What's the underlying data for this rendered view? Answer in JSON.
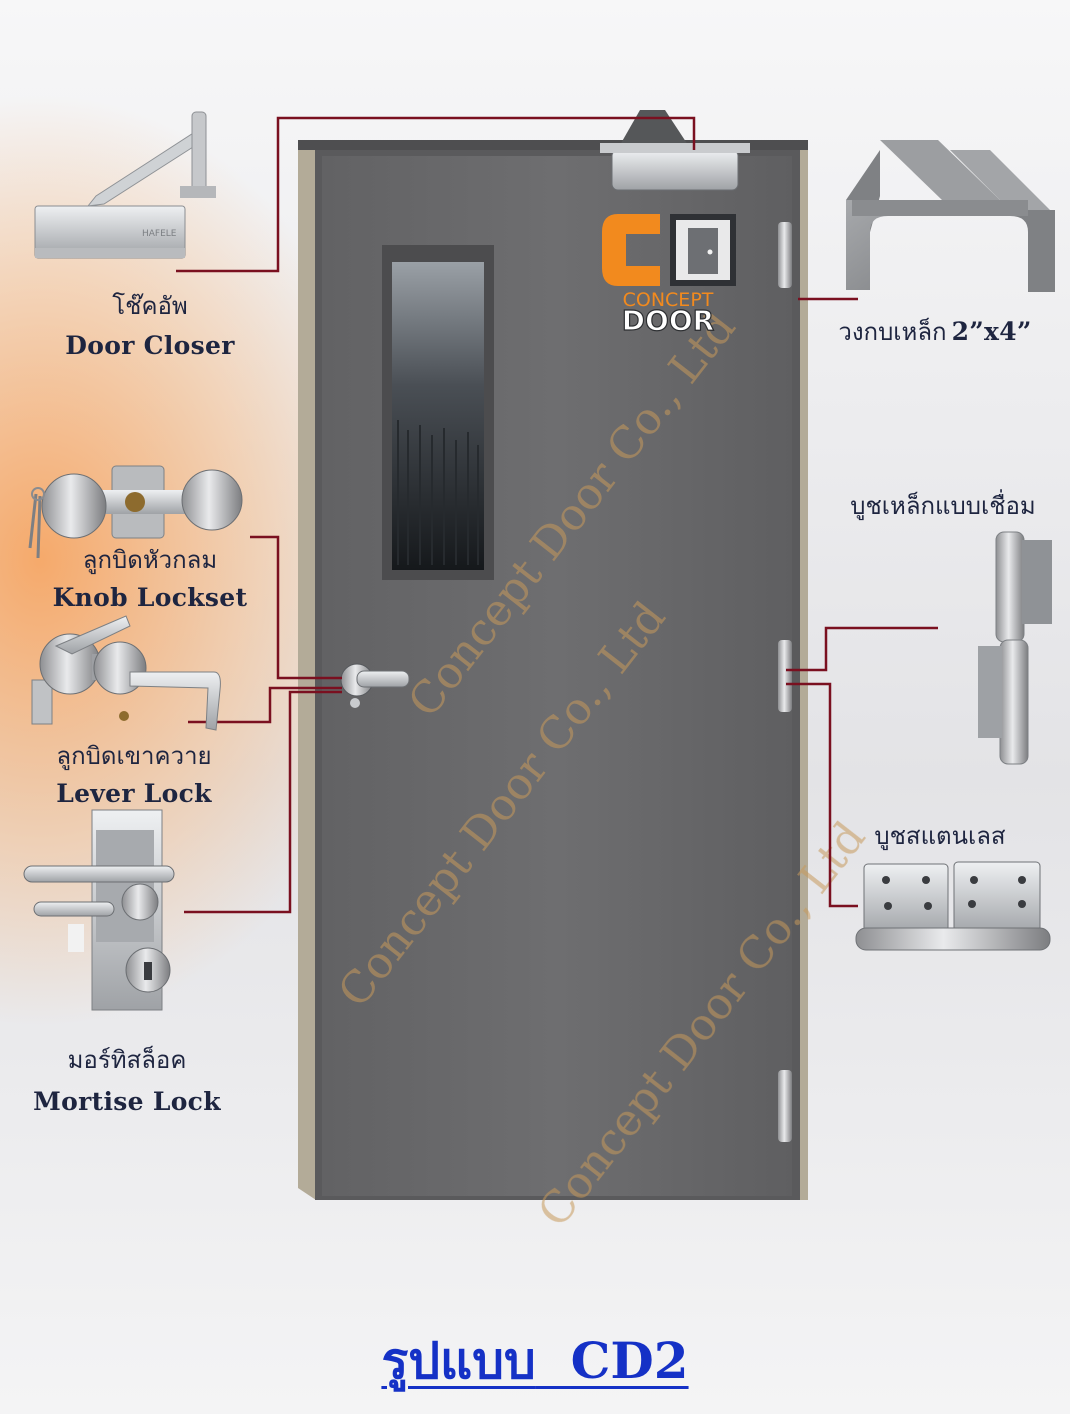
{
  "brand": {
    "logo_line1": "CONCEPT",
    "logo_line2": "DOOR",
    "watermark": "Concept Door Co., Ltd"
  },
  "parts": {
    "door_closer": {
      "th": "โช๊คอัพ",
      "en": "Door Closer",
      "icon": "door-closer-icon"
    },
    "knob_lockset": {
      "th": "ลูกบิดหัวกลม",
      "en": "Knob Lockset",
      "icon": "knob-lockset-icon"
    },
    "lever_lock": {
      "th": "ลูกบิดเขาควาย",
      "en": "Lever Lock",
      "icon": "lever-lock-icon"
    },
    "mortise_lock": {
      "th": "มอร์ทิสล็อค",
      "en": "Mortise Lock",
      "icon": "mortise-lock-icon"
    },
    "steel_frame": {
      "th": "วงกบเหล็ก",
      "size": "2”x4”",
      "icon": "steel-frame-icon"
    },
    "welded_hinge": {
      "th": "บูชเหล็กแบบเชื่อม",
      "icon": "welded-hinge-icon"
    },
    "stainless_hinge": {
      "th": "บูชสแตนเลส",
      "icon": "stainless-hinge-icon"
    }
  },
  "model": {
    "prefix": "รูปแบบ",
    "code": "CD2"
  },
  "colors": {
    "connector": "#7a1020",
    "door": "#6b6b6d",
    "frame_edge": "#b3ab98",
    "title": "#1531c6",
    "label": "#1e2540",
    "logo_orange": "#f28a1e"
  }
}
